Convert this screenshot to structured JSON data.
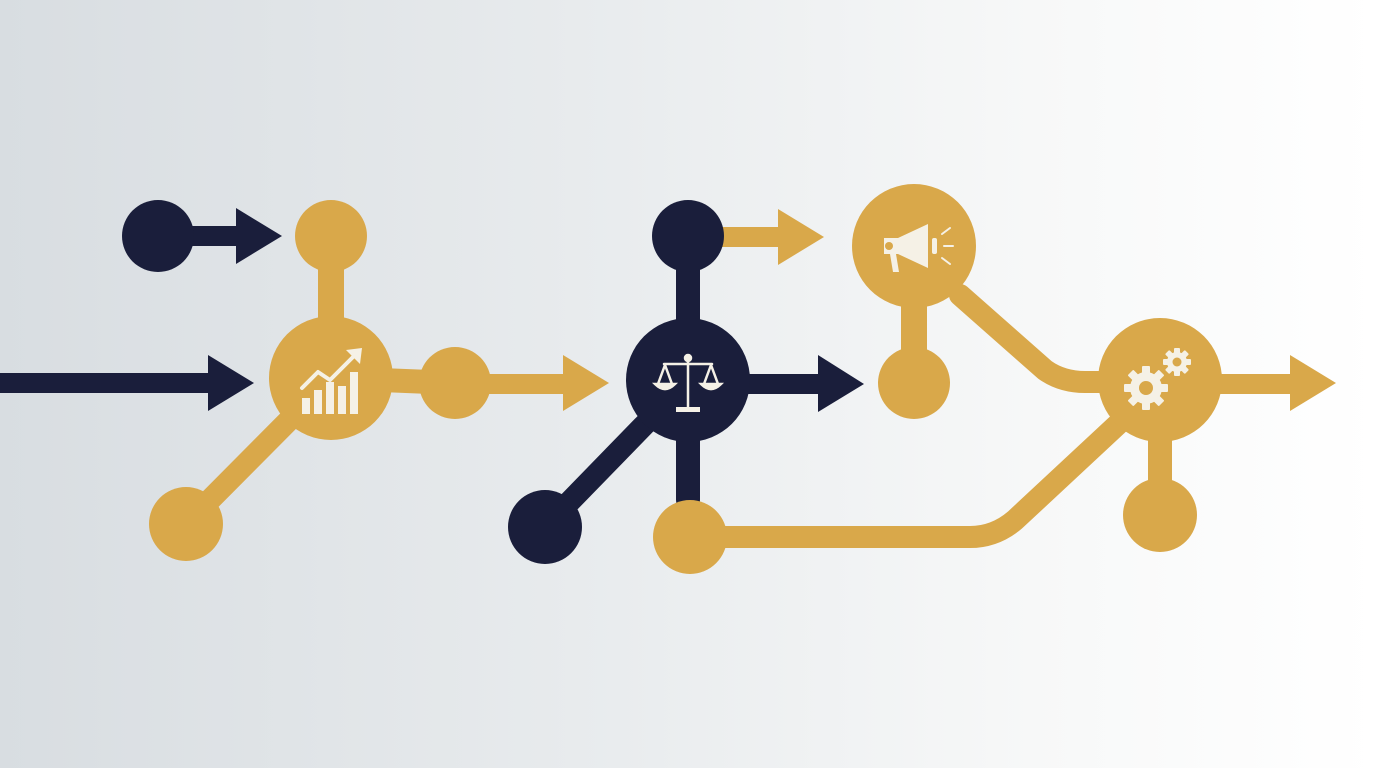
{
  "colors": {
    "navy": "#1a1e3b",
    "gold": "#d9a84a",
    "icon": "#f5f1e6",
    "background_start": "#d8dde1",
    "background_end": "#ffffff"
  },
  "hubs": [
    {
      "id": "growth",
      "icon": "growth-chart-icon",
      "color": "gold"
    },
    {
      "id": "balance",
      "icon": "scales-icon",
      "color": "navy"
    },
    {
      "id": "announce",
      "icon": "megaphone-icon",
      "color": "gold"
    },
    {
      "id": "process",
      "icon": "gears-icon",
      "color": "gold"
    }
  ],
  "arrows": [
    {
      "id": "entry-arrow",
      "color": "navy"
    },
    {
      "id": "top-left-arrow",
      "color": "navy"
    },
    {
      "id": "growth-out-arrow",
      "color": "gold"
    },
    {
      "id": "balance-top-arrow",
      "color": "gold"
    },
    {
      "id": "balance-out-arrow",
      "color": "navy"
    },
    {
      "id": "final-arrow",
      "color": "gold"
    }
  ]
}
